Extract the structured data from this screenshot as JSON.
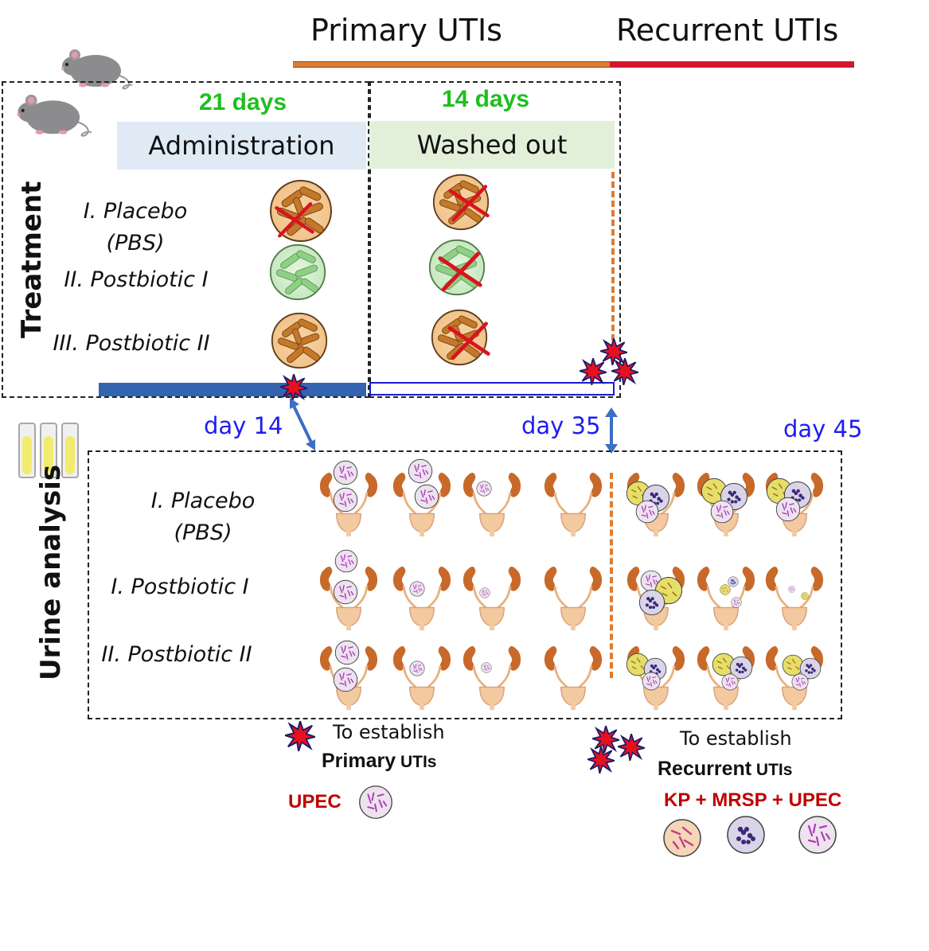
{
  "phases": {
    "primary": "Primary UTIs",
    "recurrent": "Recurrent UTIs"
  },
  "timeline_colors": {
    "primary": "#e07b2e",
    "recurrent": "#e0102a",
    "administration_bar": "#3463b0",
    "washout_bar": "#1a1acf"
  },
  "treatment": {
    "section_label": "Treatment",
    "administration": {
      "days": "21 days",
      "label": "Administration"
    },
    "washout": {
      "days": "14 days",
      "label": "Washed out"
    },
    "groups": [
      {
        "line1": "I. Placebo",
        "line2": "(PBS)"
      },
      {
        "line1": "II. Postbiotic I",
        "line2": ""
      },
      {
        "line1": "III. Postbiotic II",
        "line2": ""
      }
    ]
  },
  "timepoints": {
    "d14": "day 14",
    "d35": "day 35",
    "d45": "day 45"
  },
  "urine": {
    "section_label": "Urine analysis",
    "groups": [
      {
        "line1": "I. Placebo",
        "line2": "(PBS)"
      },
      {
        "line1": "I. Postbiotic I",
        "line2": ""
      },
      {
        "line1": "II. Postbiotic II",
        "line2": ""
      }
    ]
  },
  "legend": {
    "primary": {
      "line1": "To establish",
      "bold": "Primary",
      "small": " UTIs",
      "pathogen": "UPEC"
    },
    "recurrent": {
      "line1": "To establish",
      "bold": "Recurrent",
      "small": " UTIs",
      "pathogens": "KP + MRSP + UPEC"
    }
  },
  "icons": [
    "mouse-icon",
    "bacteria-circle-icon",
    "cross-icon",
    "burst-icon",
    "kidney-bladder-icon",
    "urine-tube-icon"
  ]
}
